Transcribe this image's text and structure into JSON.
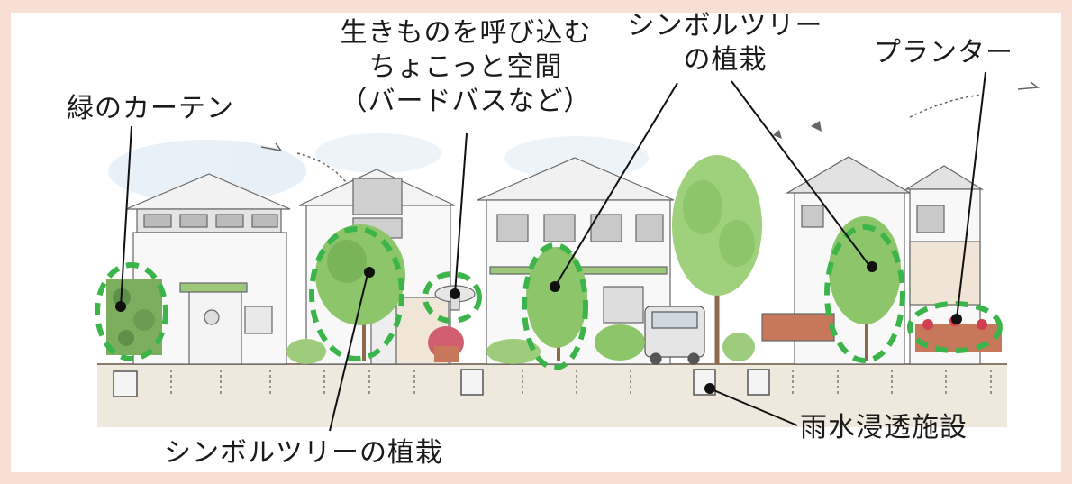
{
  "labels": {
    "green_curtain": "緑のカーテン",
    "creature_space_line1": "生きものを呼び込む",
    "creature_space_line2": "ちょこっと空間",
    "creature_space_line3": "（バードバスなど）",
    "symbol_tree_top_line1": "シンボルツリー",
    "symbol_tree_top_line2": "の植栽",
    "planter": "プランター",
    "rain_infiltration": "雨水浸透施設",
    "symbol_tree_bottom": "シンボルツリーの植栽"
  },
  "colors": {
    "page_border": "#f8dfd4",
    "highlight_circle": "#3bb54a",
    "leader_line": "#111111",
    "tree_green": "#8cc56a",
    "ground": "#efe8dc"
  }
}
